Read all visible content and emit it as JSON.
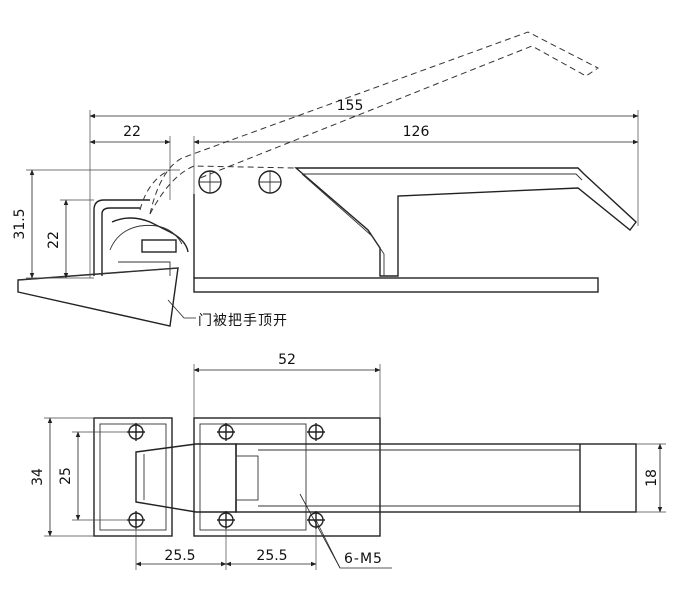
{
  "dimensions": {
    "overall_length": "155",
    "handle_length": "126",
    "catch_width": "22",
    "height_total": "31.5",
    "height_catch": "22",
    "base_length": "52",
    "width_outer": "34",
    "width_holes": "25",
    "hole_spacing_a": "25.5",
    "hole_spacing_b": "25.5",
    "handle_width": "18"
  },
  "annotations": {
    "door_note": "门被把手顶开",
    "screw_note": "6-M5"
  }
}
